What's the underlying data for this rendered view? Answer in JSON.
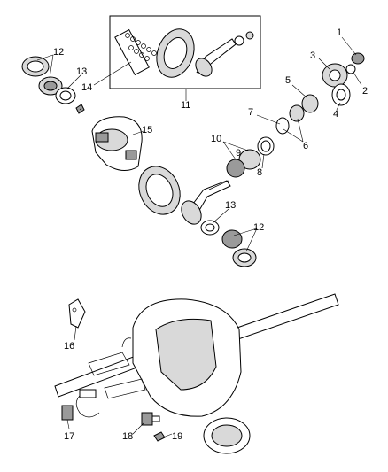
{
  "callouts": {
    "c1": "1",
    "c2": "2",
    "c3": "3",
    "c4": "4",
    "c5": "5",
    "c6": "6",
    "c7": "7",
    "c8": "8",
    "c9": "9",
    "c10": "10",
    "c11": "11",
    "c12a": "12",
    "c12b": "12",
    "c13a": "13",
    "c13b": "13",
    "c14": "14",
    "c15": "15",
    "c16": "16",
    "c17": "17",
    "c18": "18",
    "c19": "19"
  }
}
